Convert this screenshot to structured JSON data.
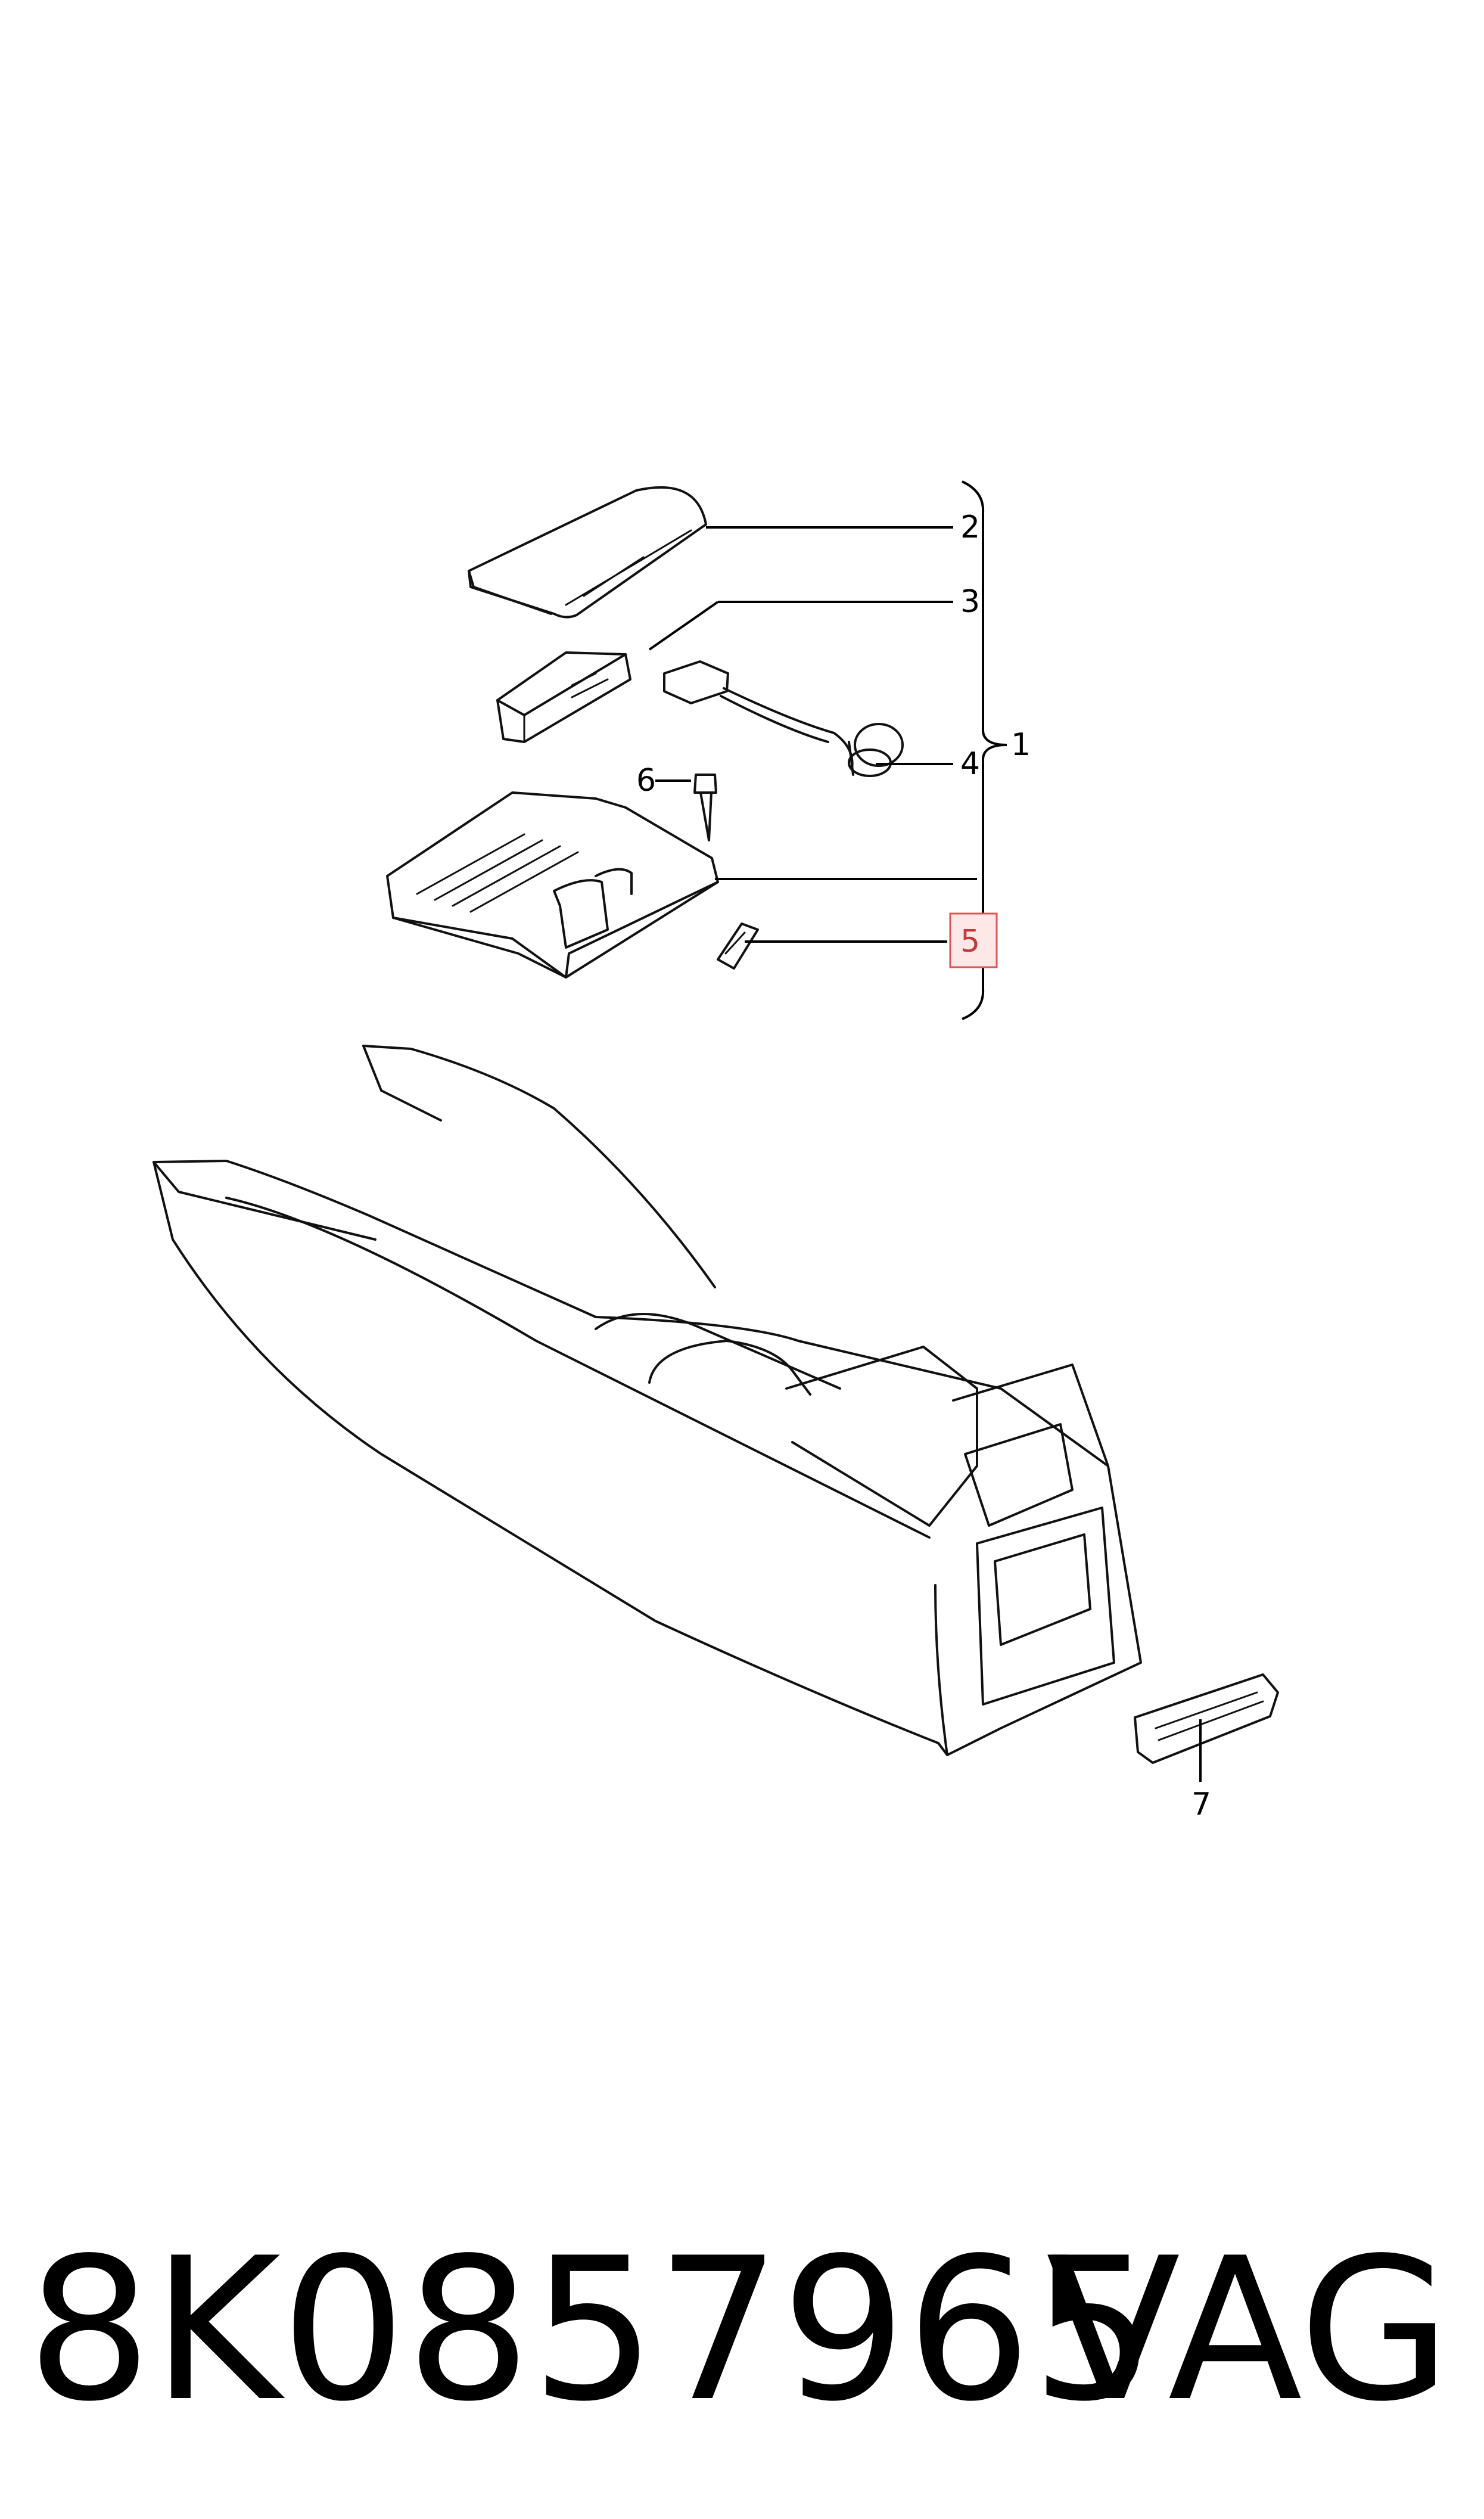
{
  "diagram": {
    "callouts": {
      "c1": "1",
      "c2": "2",
      "c3": "3",
      "c4": "4",
      "c5": "5",
      "c6": "6",
      "c7": "7"
    },
    "highlight_color": "#e05555"
  },
  "footer": {
    "part_number": "8K0857965",
    "brand": "VAG"
  }
}
